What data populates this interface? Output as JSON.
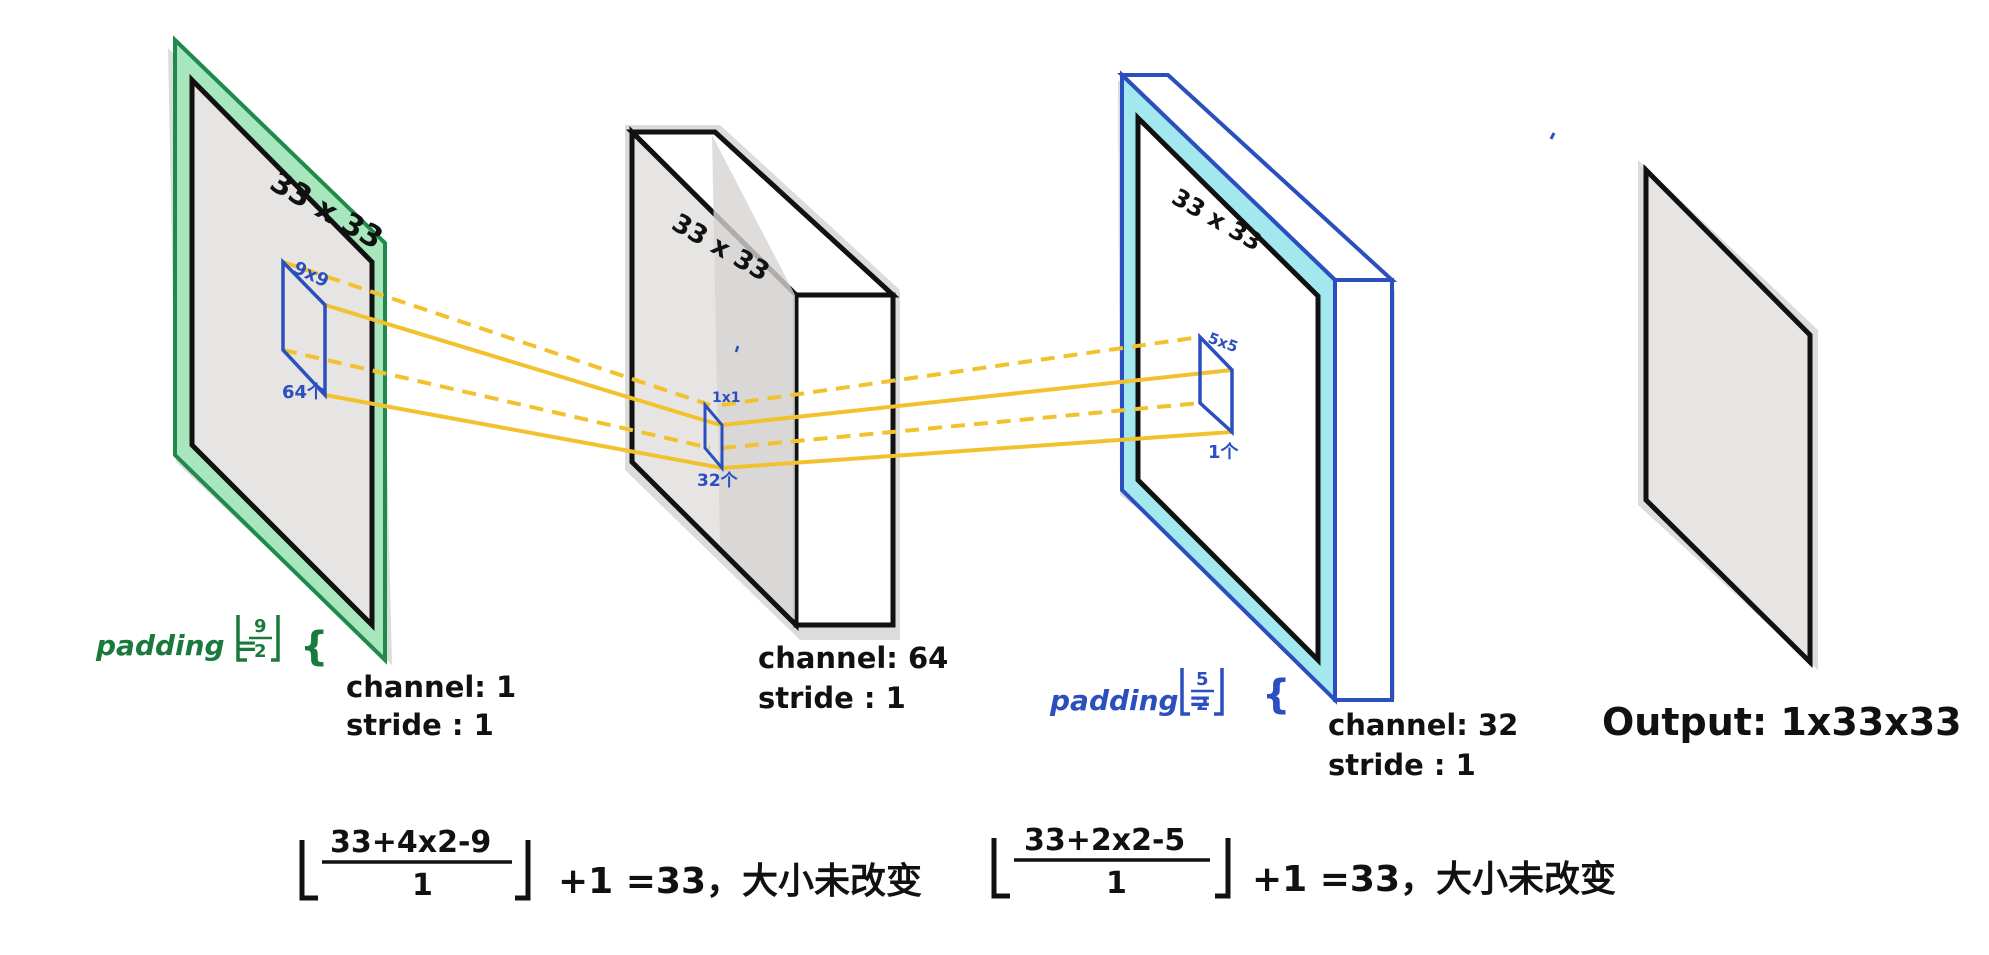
{
  "layers": [
    {
      "id": "input",
      "size_label": "33 x 33",
      "channel_text": "channel: 1",
      "stride_text": "stride : 1"
    },
    {
      "id": "conv1",
      "size_label": "33 x 33",
      "channel_text": "channel: 64",
      "stride_text": "stride : 1"
    },
    {
      "id": "conv2",
      "size_label": "33 x 33",
      "channel_text": "channel: 32",
      "stride_text": "stride : 1"
    }
  ],
  "kernels": [
    {
      "id": "k1",
      "size_text": "9x9",
      "count_text": "64个"
    },
    {
      "id": "k2",
      "size_text": "1x1",
      "count_text": "32个"
    },
    {
      "id": "k3",
      "size_text": "5x5",
      "count_text": "1个"
    }
  ],
  "paddings": [
    {
      "id": "pad1",
      "prefix": "padding =",
      "numerator": "9",
      "denominator": "2",
      "brace": "{",
      "color": "#1a7a3e"
    },
    {
      "id": "pad2",
      "prefix": "padding =",
      "numerator": "5",
      "denominator": "2",
      "brace": "{",
      "color": "#2b4fbf"
    }
  ],
  "output_text": "Output: 1x33x33",
  "formulas": [
    {
      "id": "f1",
      "numerator": "33+4x2-9",
      "denominator": "1",
      "suffix": "+1 =33，大小未改变"
    },
    {
      "id": "f2",
      "numerator": "33+2x2-5",
      "denominator": "1",
      "suffix": "+1 =33，大小未改变"
    }
  ],
  "colors": {
    "green": "#1f8a4c",
    "green_fill": "#a8e6bd",
    "blue": "#2b4fbf",
    "cyan_fill": "#a3e8ef",
    "yellow": "#f2c12e",
    "gray_fill": "#e6e5e3",
    "gray_shadow": "#d8d7d5",
    "ink": "#111111"
  }
}
